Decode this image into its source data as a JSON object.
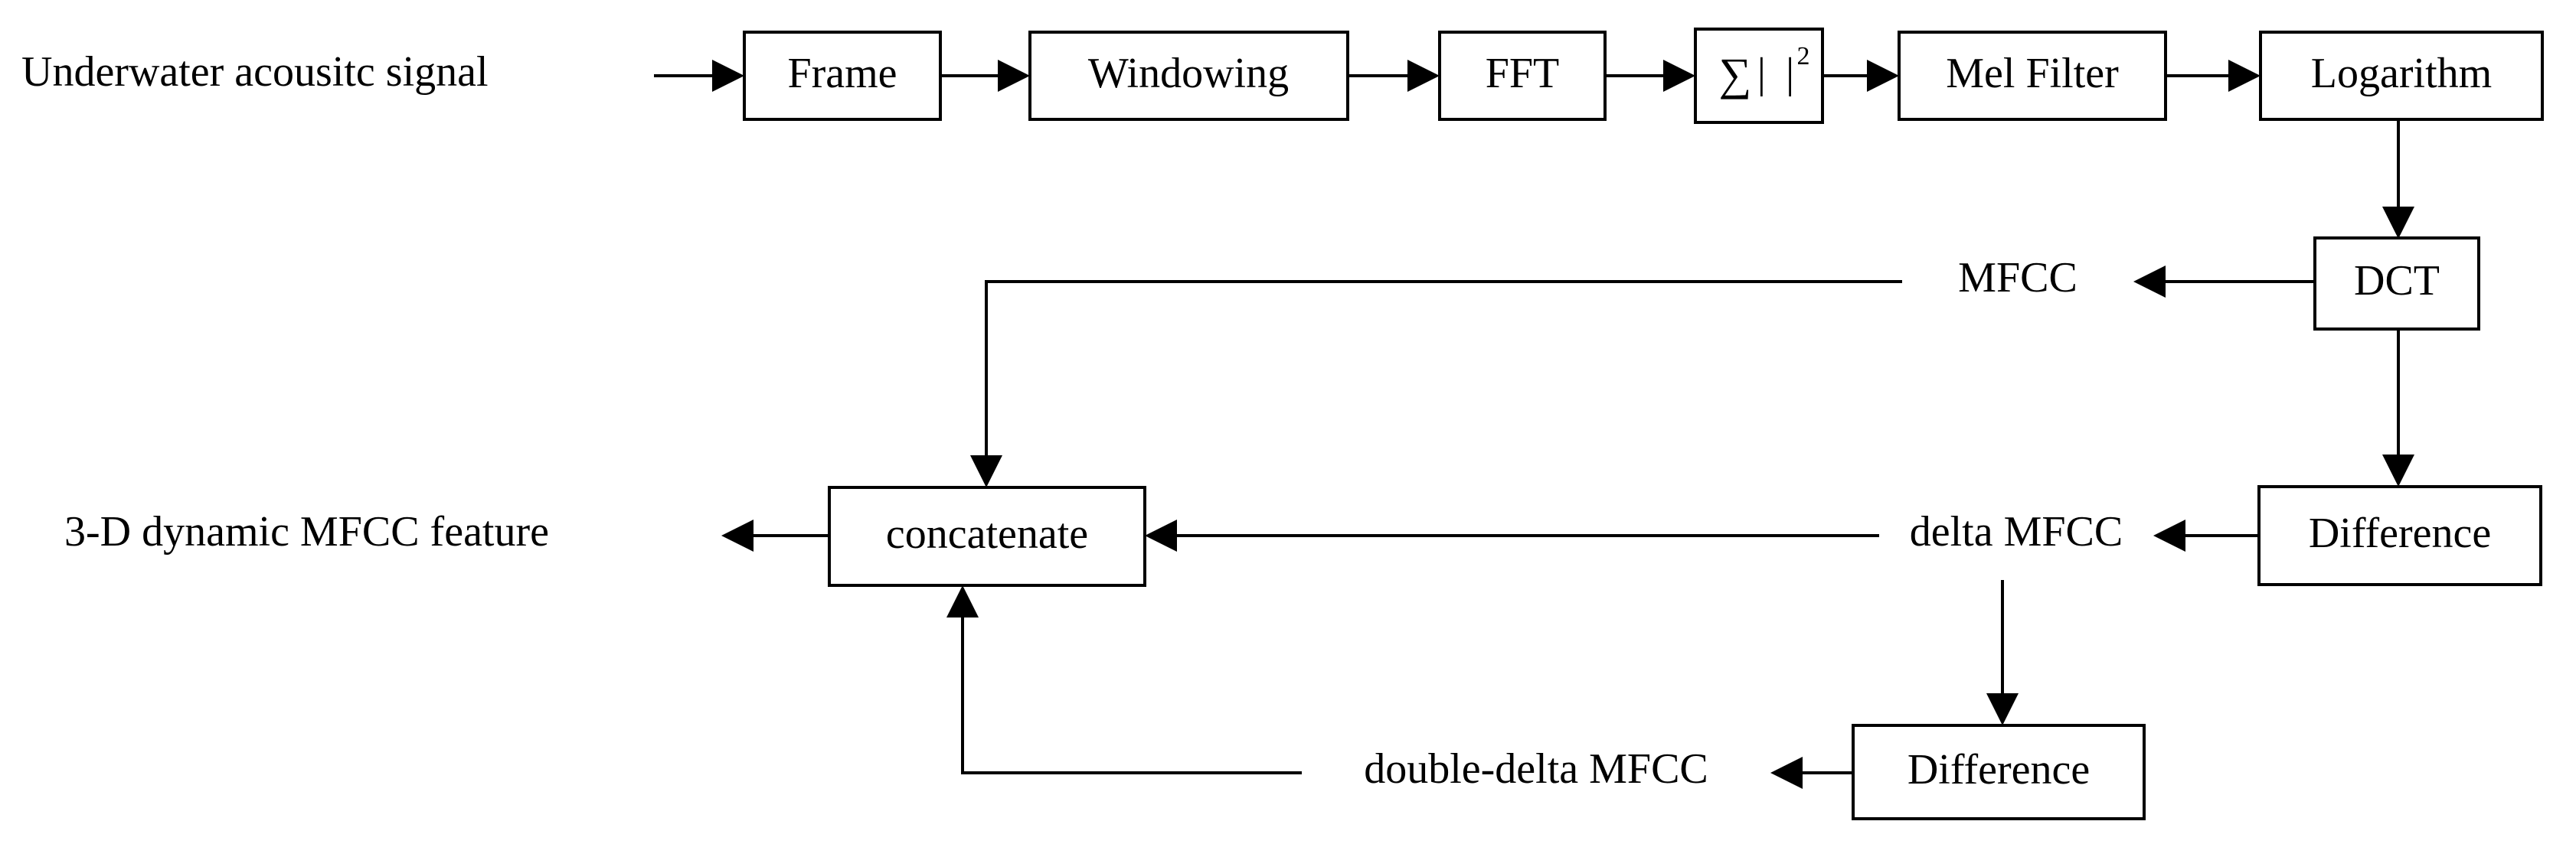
{
  "diagram": {
    "title": "MFCC feature extraction flowchart",
    "background_color": "#ffffff",
    "line_color": "#000000",
    "box_fill": "#ffffff"
  },
  "labels": {
    "input_signal": "Underwater acousitc signal",
    "output_feature": "3-D dynamic MFCC feature",
    "mfcc": "MFCC",
    "delta_mfcc": "delta MFCC",
    "double_delta_mfcc": "double-delta MFCC"
  },
  "boxes": {
    "frame": "Frame",
    "windowing": "Windowing",
    "fft": "FFT",
    "magnitude_sum_sigma": "∑",
    "magnitude_sum_bars": "| |",
    "magnitude_sum_exponent": "2",
    "mel_filter": "Mel Filter",
    "logarithm": "Logarithm",
    "dct": "DCT",
    "difference_1": "Difference",
    "difference_2": "Difference",
    "concatenate": "concatenate"
  },
  "flow_steps": [
    "Underwater acousitc signal",
    "Frame",
    "Windowing",
    "FFT",
    "∑| |²",
    "Mel Filter",
    "Logarithm",
    "DCT",
    "MFCC",
    "Difference",
    "delta MFCC",
    "Difference",
    "double-delta MFCC",
    "concatenate",
    "3-D dynamic MFCC feature"
  ]
}
